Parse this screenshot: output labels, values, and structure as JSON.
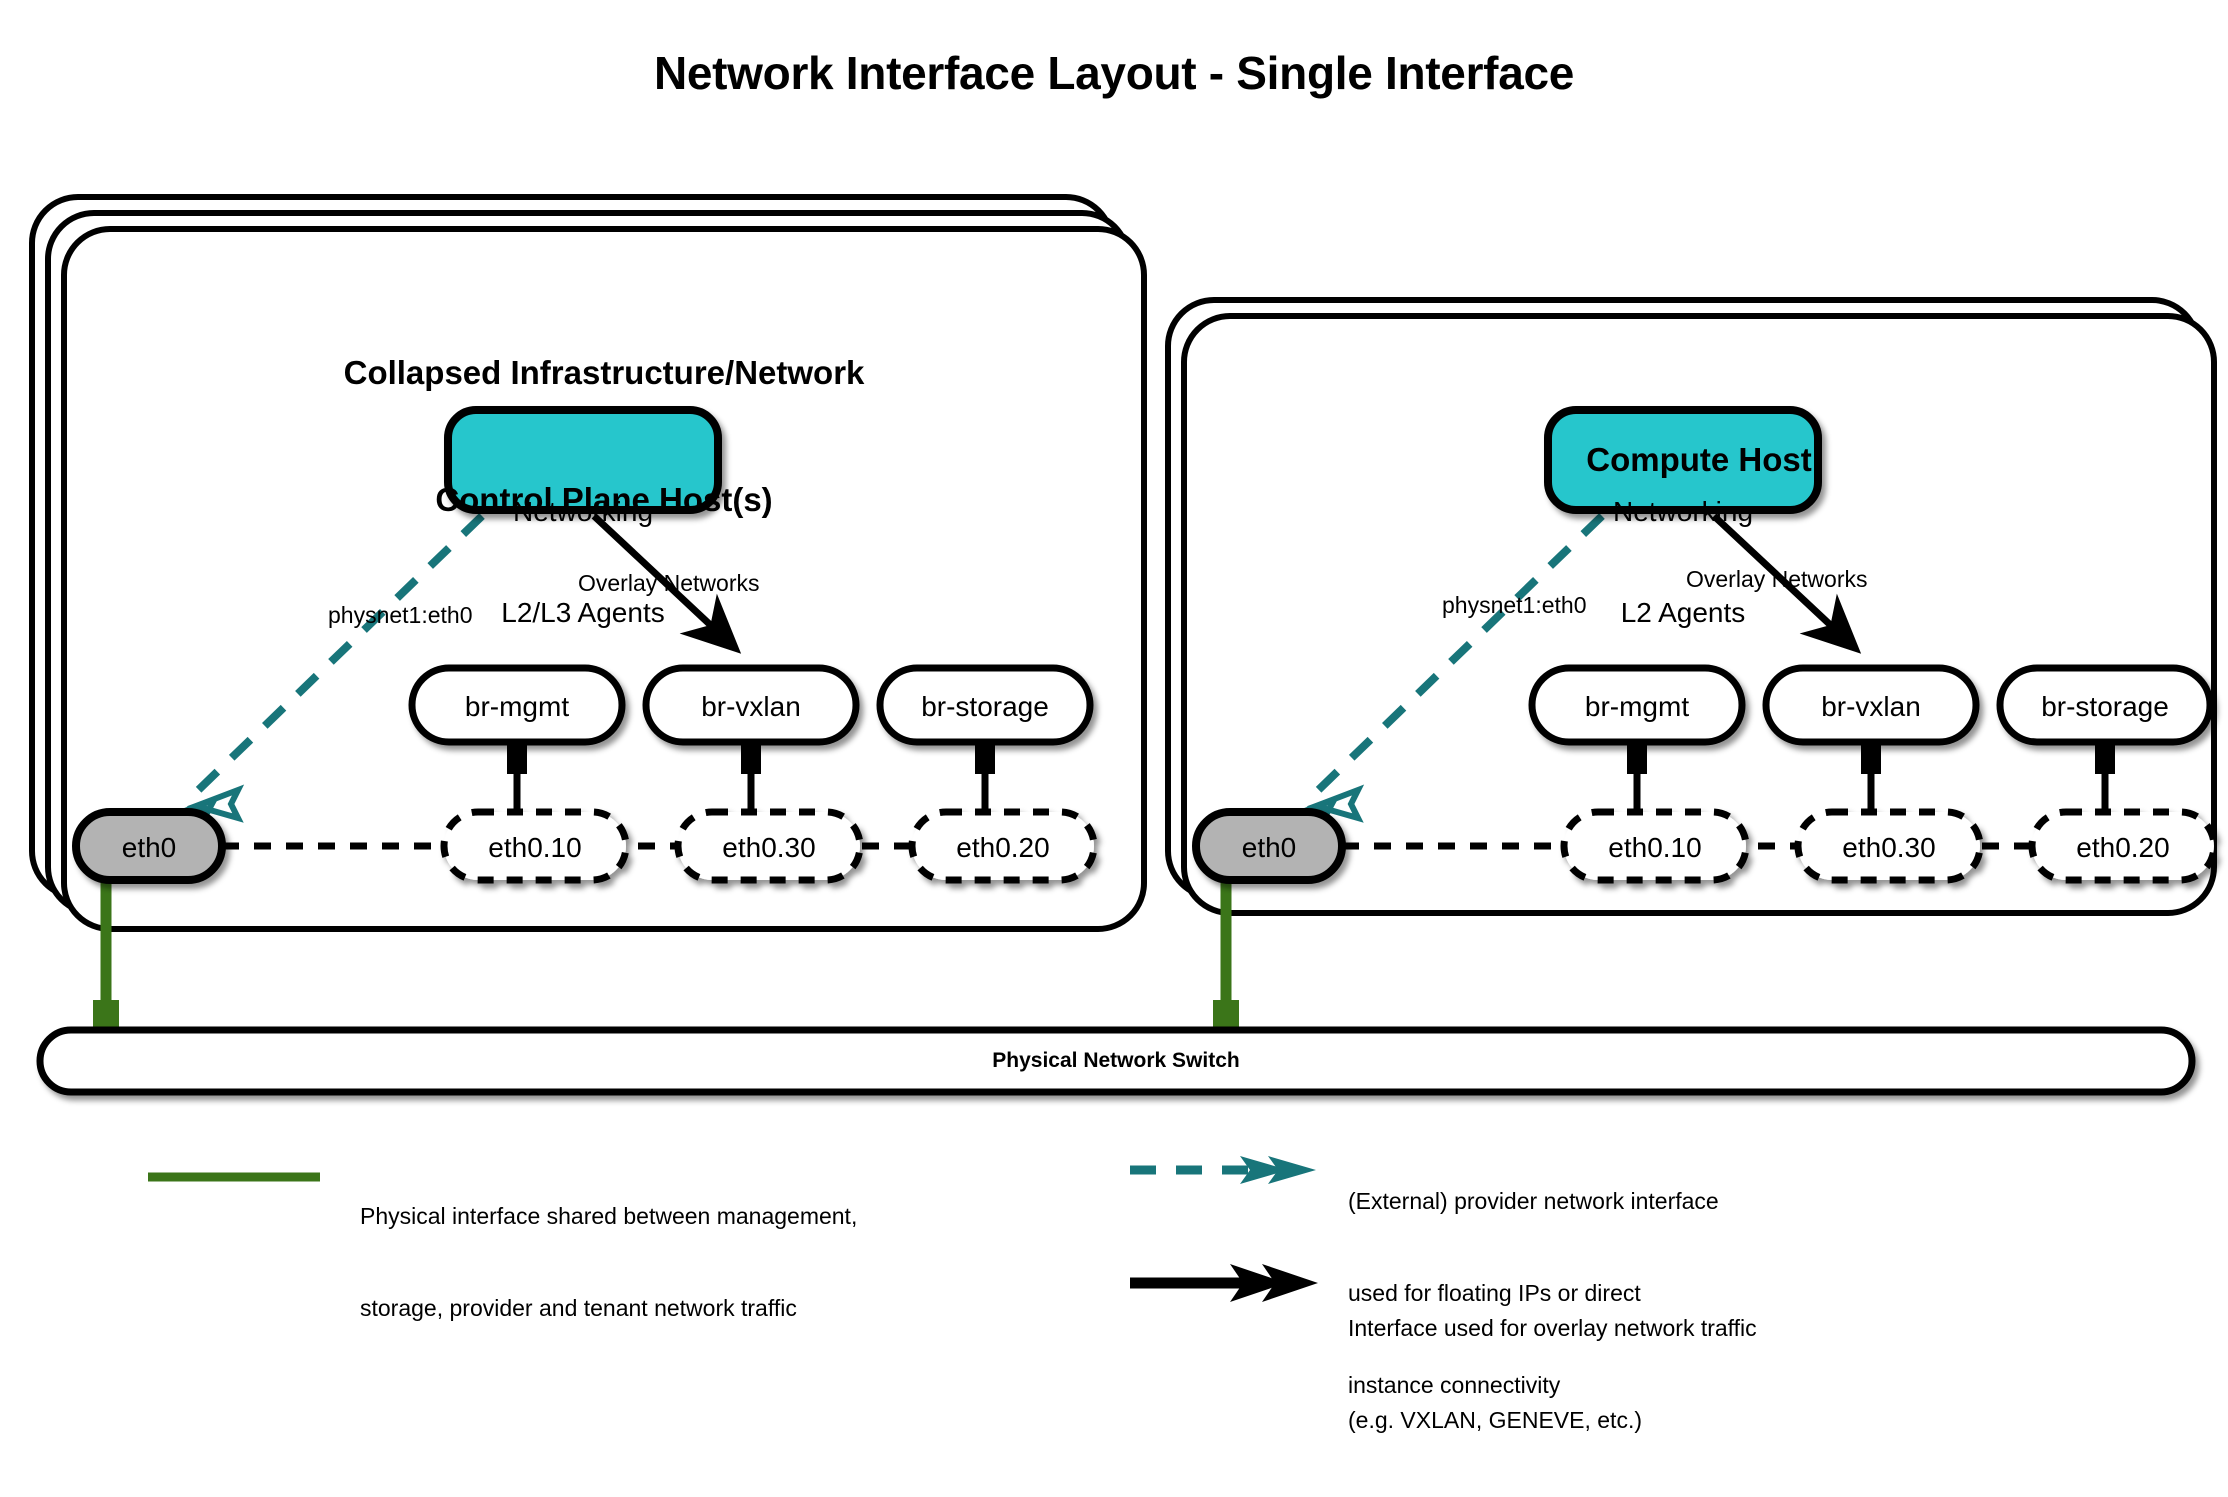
{
  "page": {
    "title": "Network Interface Layout - Single Interface",
    "background": "#ffffff"
  },
  "colors": {
    "teal_fill": "#25C6CC",
    "teal_dashed": "#18757A",
    "green_link": "#3B7519",
    "gray_fill": "#B3B3B3",
    "outline": "#000000"
  },
  "hosts": [
    {
      "id": "control-plane",
      "title_line1": "Collapsed Infrastructure/Network",
      "title_line2": "Control Plane Host(s)",
      "stack_count": 3,
      "agent_box": {
        "line1": "Networking",
        "line2": "L2/L3 Agents"
      },
      "provider_label": "physnet1:eth0",
      "overlay_label": "Overlay Networks",
      "physical_nic": "eth0",
      "bridges": [
        {
          "name": "br-mgmt",
          "vlan": "eth0.10"
        },
        {
          "name": "br-vxlan",
          "vlan": "eth0.30"
        },
        {
          "name": "br-storage",
          "vlan": "eth0.20"
        }
      ]
    },
    {
      "id": "compute",
      "title_line1": "Compute Host",
      "title_line2": "",
      "stack_count": 2,
      "agent_box": {
        "line1": "Networking",
        "line2": "L2 Agents"
      },
      "provider_label": "physnet1:eth0",
      "overlay_label": "Overlay Networks",
      "physical_nic": "eth0",
      "bridges": [
        {
          "name": "br-mgmt",
          "vlan": "eth0.10"
        },
        {
          "name": "br-vxlan",
          "vlan": "eth0.30"
        },
        {
          "name": "br-storage",
          "vlan": "eth0.20"
        }
      ]
    }
  ],
  "switch": {
    "label": "Physical Network Switch"
  },
  "legend": [
    {
      "id": "physical-interface",
      "swatch": "solid-green-line",
      "lines": [
        "Physical interface shared between management,",
        "storage, provider and tenant network traffic"
      ]
    },
    {
      "id": "provider-network",
      "swatch": "dashed-teal-double-arrow",
      "lines": [
        "(External) provider network interface",
        "used for floating IPs or direct",
        "instance connectivity"
      ]
    },
    {
      "id": "overlay-network",
      "swatch": "solid-black-arrow",
      "lines": [
        "Interface used for overlay network traffic",
        "(e.g. VXLAN, GENEVE, etc.)"
      ]
    }
  ]
}
